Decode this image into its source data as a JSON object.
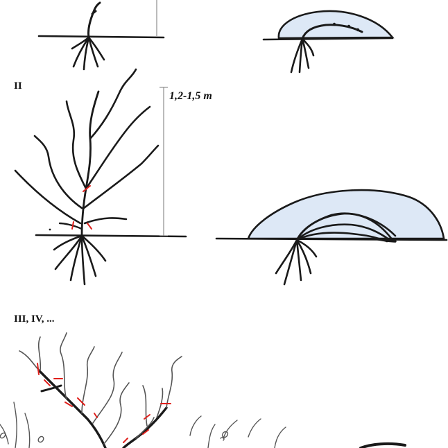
{
  "labels": {
    "stage_2": "II",
    "height": "1,2-1,5 m",
    "stage_3": "III, IV, ..."
  },
  "colors": {
    "ink": "#1a1a1a",
    "cover": "#dde8f6",
    "cut_mark": "#e0201c",
    "background": "#ffffff"
  }
}
